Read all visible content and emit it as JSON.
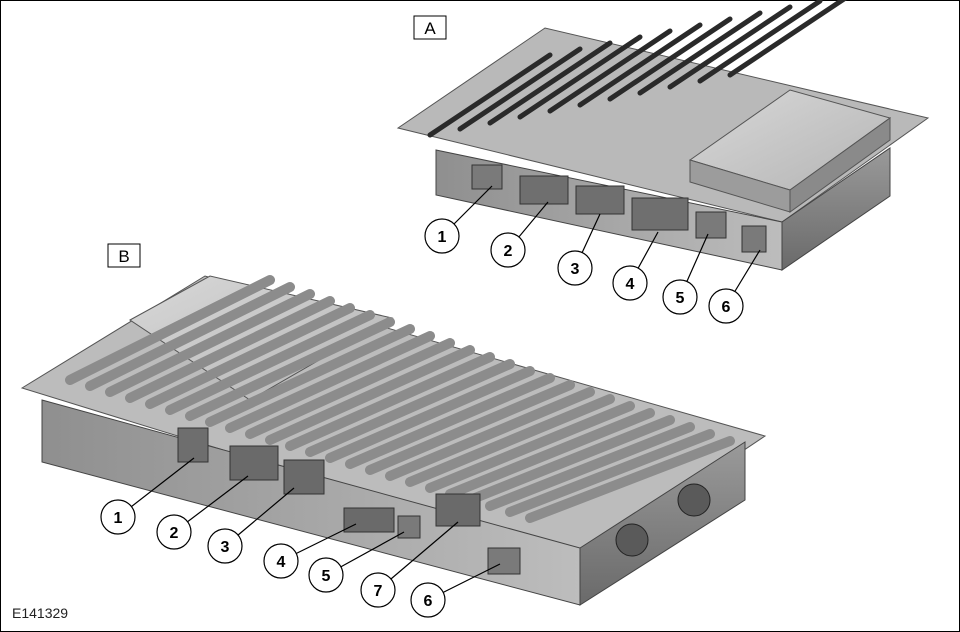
{
  "figure": {
    "ref_code": "E141329",
    "view_a": {
      "label": "A",
      "callouts": [
        "1",
        "2",
        "3",
        "4",
        "5",
        "6"
      ]
    },
    "view_b": {
      "label": "B",
      "callouts": [
        "1",
        "2",
        "3",
        "4",
        "5",
        "7",
        "6"
      ]
    }
  },
  "colors": {
    "body_light": "#c9c9c9",
    "body_mid": "#a7a7a7",
    "body_dark": "#6e6e6e",
    "shadow": "#3b3b3b",
    "line": "#000000"
  }
}
